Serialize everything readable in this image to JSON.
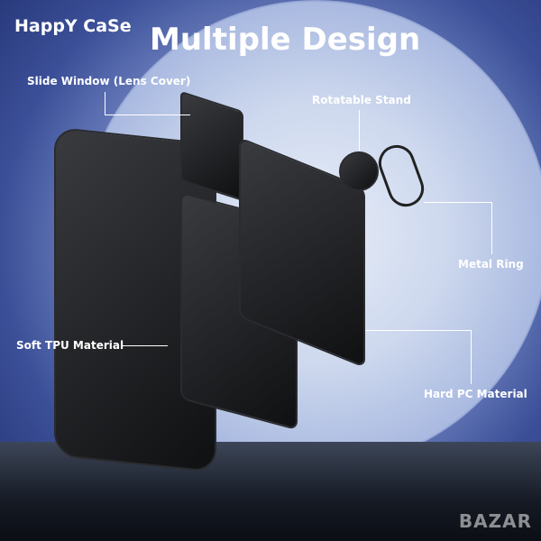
{
  "brand": "HappY CaSe",
  "title": "Multiple Design",
  "labels": {
    "slide_window": "Slide Window (Lens Cover)",
    "rotatable_stand": "Rotatable Stand",
    "metal_ring": "Metal Ring",
    "soft_tpu": "Soft TPU Material",
    "hard_pc": "Hard PC Material"
  },
  "watermark": "BAZAR"
}
